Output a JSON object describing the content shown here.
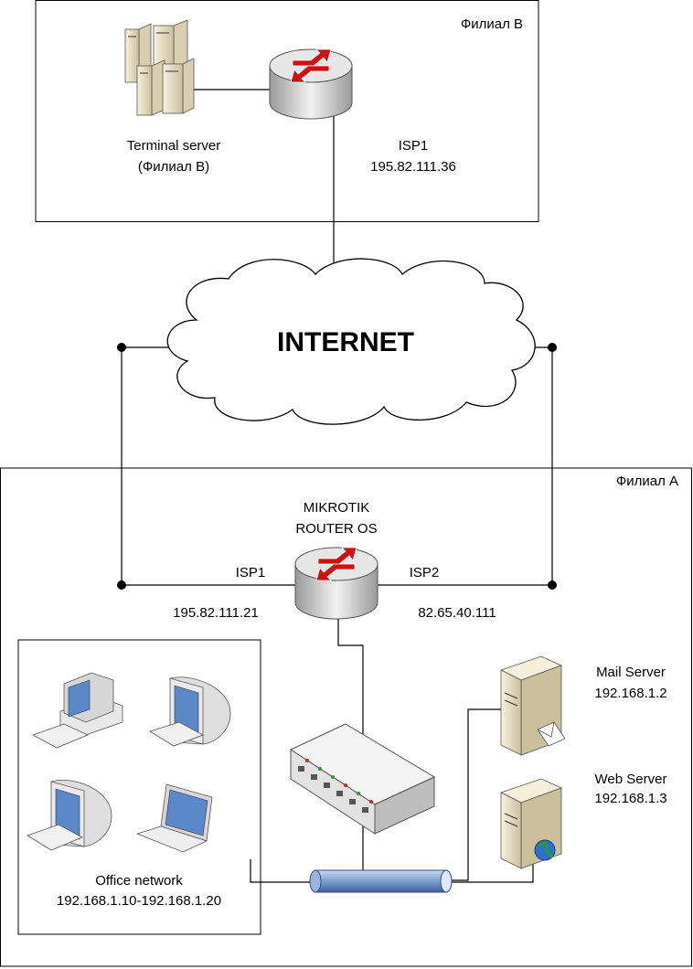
{
  "branch_b": {
    "title": "Филиал B",
    "terminal_server_line1": "Terminal server",
    "terminal_server_line2": "(Филиал B)",
    "isp_name": "ISP1",
    "isp_ip": "195.82.111.36"
  },
  "internet": {
    "label": "INTERNET"
  },
  "branch_a": {
    "title": "Филиал A",
    "router_line1": "MIKROTIK",
    "router_line2": "ROUTER OS",
    "isp1_name": "ISP1",
    "isp1_ip": "195.82.111.21",
    "isp2_name": "ISP2",
    "isp2_ip": "82.65.40.111",
    "mail_server_name": "Mail Server",
    "mail_server_ip": "192.168.1.2",
    "web_server_name": "Web Server",
    "web_server_ip": "192.168.1.3",
    "office_network_name": "Office network",
    "office_network_range": "192.168.1.10-192.168.1.20"
  },
  "colors": {
    "arrow_red": "#cc1111",
    "device_gray": "#d8d8d8",
    "server_beige": "#ece3c8",
    "bus_blue": "#7f9fd0",
    "screen_blue": "#5a88c8"
  }
}
